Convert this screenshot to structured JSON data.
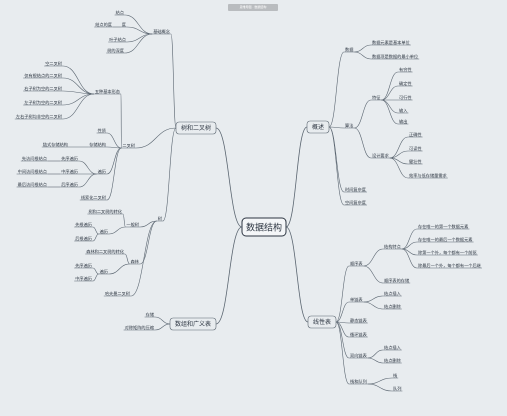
{
  "watermark": "思维导图 · 数据结构",
  "center": {
    "label": "数据结构"
  },
  "branches": {
    "tree": "树和二叉树",
    "overview": "概述",
    "linear": "线性表",
    "array": "数组和广义表"
  },
  "tree_nodes": {
    "basic_concepts": "基础概念",
    "bc_items": [
      "结点",
      "结点的度",
      "度",
      "叶子结点",
      "树的深度"
    ],
    "binary": "二叉树",
    "binary_five": "五种基本形态",
    "binary_five_items": [
      "空二叉树",
      "仅有根结点的二叉树",
      "右子树为空的二叉树",
      "左子树为空的二叉树",
      "左右子树均非空的二叉树"
    ],
    "props": "性质",
    "storage": "存储结构",
    "storage_sub": "链式存储结构",
    "traverse": "遍历",
    "traverse_sub": [
      "先序遍历",
      "中序遍历",
      "后序遍历"
    ],
    "traverse_desc": [
      "先访问根结点",
      "中间访问根结点",
      "最后访问根结点"
    ],
    "thread": "线索化二叉树",
    "tree": "树",
    "general": "一般树",
    "general_items": [
      "树和二叉树的转化",
      "先根遍历",
      "后根遍历"
    ],
    "forest": "森林",
    "forest_items": [
      "森林和二叉树的转化",
      "先序遍历",
      "中序遍历"
    ],
    "huffman": "哈夫曼二叉树"
  },
  "overview_nodes": {
    "data": "数据",
    "data_items": [
      "数据元素是基本单位",
      "数据项是数据的最小单位"
    ],
    "algorithm": "算法",
    "features": "特征",
    "feature_items": [
      "有穷性",
      "确定性",
      "可行性",
      "输入",
      "输出"
    ],
    "design": "设计要求",
    "design_items": [
      "正确性",
      "可读性",
      "健壮性",
      "效率与低存储量需求"
    ],
    "time": "时间复杂度",
    "space": "空间复杂度"
  },
  "linear_nodes": {
    "seq": "顺序表",
    "struct_feat": "结构特点",
    "feat_items": [
      "存在唯一的第一个数据元素",
      "存在唯一的最后一个数据元素",
      "除第一个外，每个都有一个前驱",
      "除最后一个外，每个都有一个后继"
    ],
    "seq_store": "顺序表的存储",
    "linked": "单链表",
    "linked_items": [
      "结点插入",
      "结点删除"
    ],
    "static": "静态链表",
    "circular": "循环链表",
    "double": "双向链表",
    "double_items": [
      "结点插入",
      "结点删除"
    ],
    "stack_queue": "栈和队列",
    "sq_items": [
      "栈",
      "队列"
    ]
  },
  "array_nodes": {
    "items": [
      "存储",
      "对称矩阵的压缩"
    ]
  },
  "colors": {
    "background": "#e8ecef",
    "line": "#5a6570",
    "text": "#2b3440",
    "center_border": "#2b3440",
    "center_fill": "#f4f6f8"
  }
}
